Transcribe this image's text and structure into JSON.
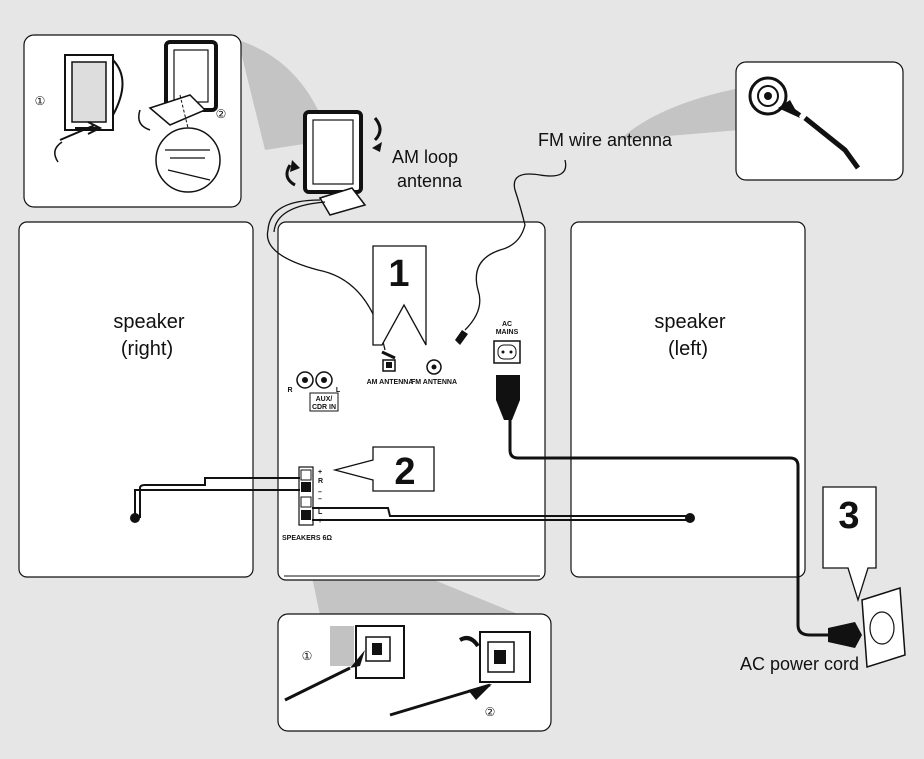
{
  "labels": {
    "speaker_right_line1": "speaker",
    "speaker_right_line2": "(right)",
    "speaker_left_line1": "speaker",
    "speaker_left_line2": "(left)",
    "am_line1": "AM loop",
    "am_line2": "antenna",
    "fm_antenna": "FM wire antenna",
    "ac_cord": "AC power cord"
  },
  "panel": {
    "am_jack": "AM ANTENNA",
    "fm_jack": "FM ANTENNA",
    "ac_line1": "AC",
    "ac_line2": "MAINS",
    "aux_line1": "AUX/",
    "aux_line2": "CDR IN",
    "aux_r": "R",
    "aux_l": "L",
    "speakers": "SPEAKERS 6Ω",
    "term_plus1": "+",
    "term_r": "R",
    "term_minus1": "–",
    "term_minus2": "–",
    "term_l": "L",
    "term_plus2": "+"
  },
  "steps": {
    "step1": "1",
    "step2": "2",
    "step3": "3"
  },
  "circled": {
    "am_1": "①",
    "am_2": "②",
    "spk_1": "①",
    "spk_2": "②"
  },
  "colors": {
    "background": "#e6e6e6",
    "panel_fill": "#ffffff",
    "stroke": "#111111",
    "callout_gray": "#c4c4c4"
  }
}
